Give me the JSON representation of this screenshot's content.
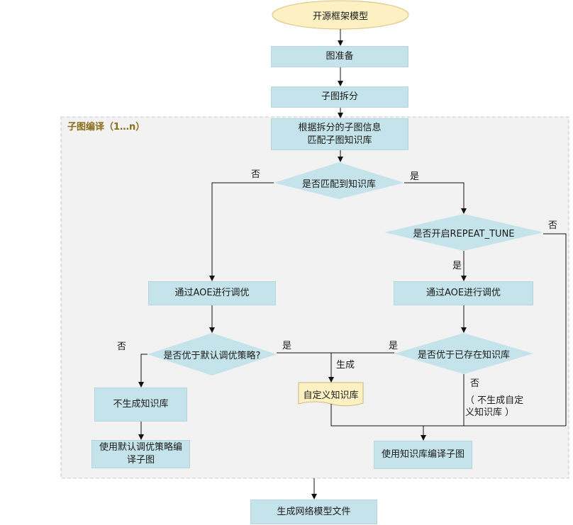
{
  "colors": {
    "process_fill": "#c5e3ea",
    "start_fill": "#fdf1c3",
    "start_stroke": "#d8c27a",
    "region_fill": "#f2f2f2",
    "region_stroke": "#c8c8c8",
    "region_title": "#8a6d1a",
    "edge": "#111111"
  },
  "start": "开源框架模型",
  "graph_prep": "图准备",
  "subgraph_split": "子图拆分",
  "compile_region": {
    "title": "子图编译（1…n）"
  },
  "match_kb_box": "根据拆分的子图信息\n匹配子图知识库",
  "decision_matched": "是否匹配到知识库",
  "decision_repeat_tune": "是否开启REPEAT_TUNE",
  "tune_aoe_left": "通过AOE进行调优",
  "tune_aoe_right": "通过AOE进行调优",
  "decision_better_default": "是否优于默认调优策略?",
  "decision_better_existing": "是否优于已存在知识库",
  "no_kb_generated": "不生成知识库",
  "compile_default": "使用默认调优策略编\n译子图",
  "custom_kb": "自定义知识库",
  "compile_with_kb": "使用知识库编译子图",
  "final_output": "生成网络模型文件",
  "edge_labels": {
    "no_match": "否",
    "yes_match": "是",
    "yes_repeat": "是",
    "no_repeat": "否",
    "no_better_default": "否",
    "yes_better_default": "是",
    "yes_better_existing": "是",
    "generate": "生成",
    "no_better_existing": "否",
    "no_generate_note": "（ 不生成自定\n  义知识库 ）"
  }
}
